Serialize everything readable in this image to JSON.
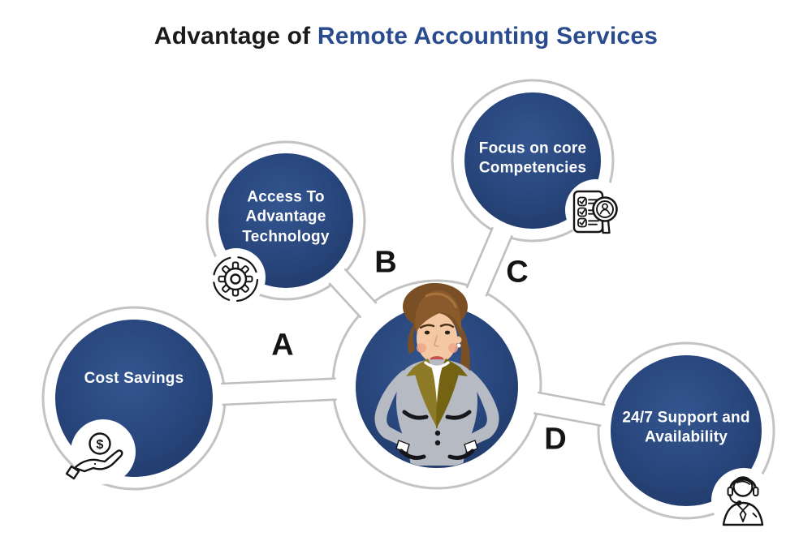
{
  "title": {
    "prefix": "Advantage of",
    "highlight": "Remote Accounting Services"
  },
  "center": {
    "alt": "Businesswoman with hands on hips"
  },
  "nodes": [
    {
      "letter": "A",
      "label": "Cost Savings",
      "icon": "hand-holding-dollar-icon"
    },
    {
      "letter": "B",
      "label": "Access To\nAdvantage\nTechnology",
      "icon": "gear-icon"
    },
    {
      "letter": "C",
      "label": "Focus on core\nCompetencies",
      "icon": "checklist-magnifier-icon"
    },
    {
      "letter": "D",
      "label": "24/7 Support and\nAvailability",
      "icon": "support-agent-headset-icon"
    }
  ],
  "glyphs": {
    "dollar": "$"
  },
  "colors": {
    "node_blue_light": "#33558f",
    "node_blue_dark": "#1e3663",
    "ring_gray": "#c3c3c3",
    "title_highlight": "#2a4b8d",
    "title_text": "#1b1b1b",
    "label_white": "#ffffff",
    "letter_black": "#141414",
    "jacket_gray": "#b6bac2",
    "lapel_olive": "#8d7a26"
  }
}
